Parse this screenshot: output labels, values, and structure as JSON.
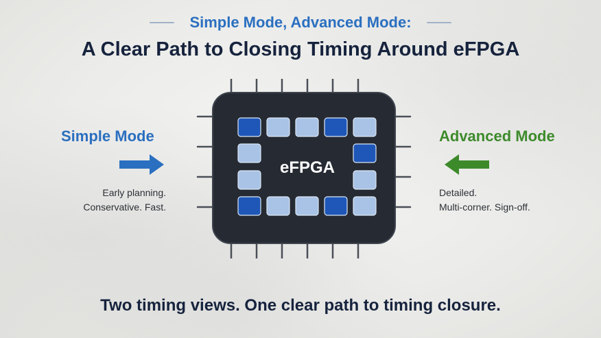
{
  "header": {
    "subtitle": "Simple Mode, Advanced Mode:",
    "title": "A Clear Path to Closing Timing Around eFPGA"
  },
  "left": {
    "label": "Simple Mode",
    "desc_line1": "Early planning.",
    "desc_line2": "Conservative. Fast.",
    "arrow_direction": "right",
    "color": "#2a6fc0"
  },
  "right": {
    "label": "Advanced Mode",
    "desc_line1": "Detailed.",
    "desc_line2": "Multi-corner. Sign-off.",
    "arrow_direction": "left",
    "color": "#3d8a2b"
  },
  "chip": {
    "label": "eFPGA",
    "body_color": "#262b33",
    "cell_dark": "#1f57b8",
    "cell_light": "#a9c3e6"
  },
  "footer": {
    "text": "Two timing views. One clear path to timing closure."
  }
}
